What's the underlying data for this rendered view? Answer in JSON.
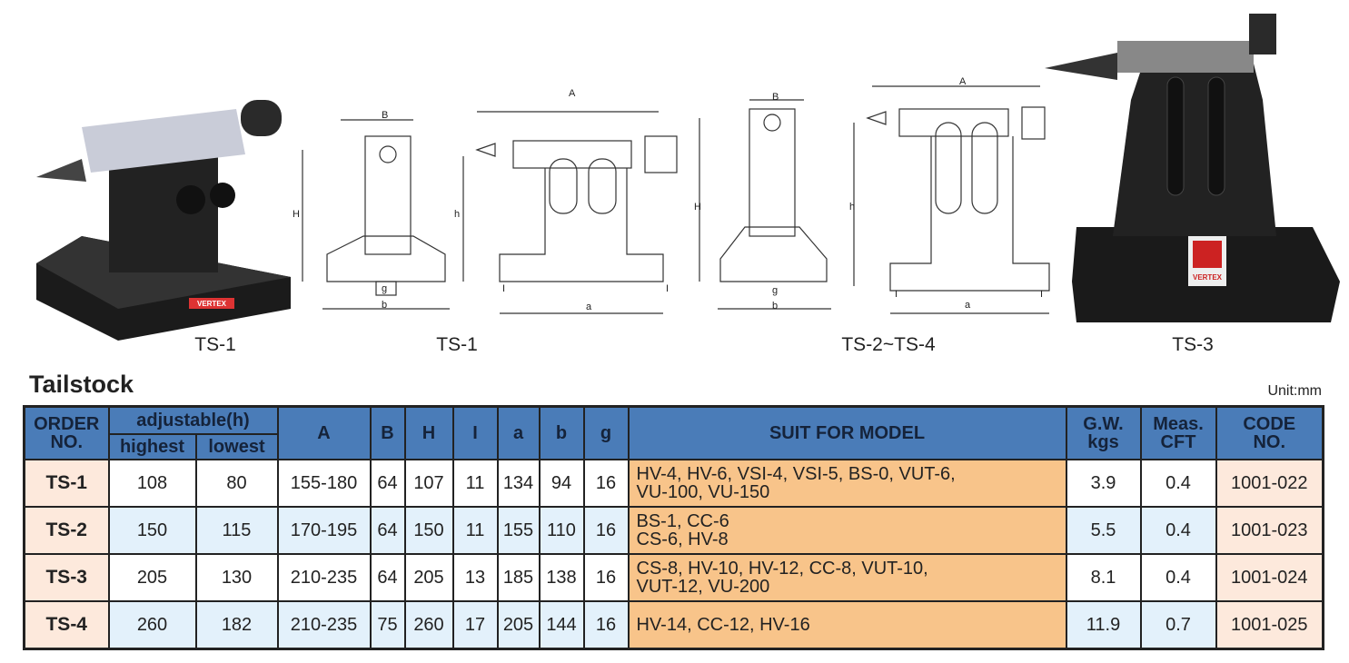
{
  "captions": [
    "TS-1",
    "TS-1",
    "TS-2~TS-4",
    "TS-3"
  ],
  "brand_badge": "VERTEX",
  "drawing_labels": {
    "ts1_front": {
      "B": "B",
      "H": "H",
      "g": "g",
      "b": "b"
    },
    "ts1_side": {
      "A": "A",
      "h": "h",
      "a": "a",
      "I1": "I",
      "I2": "I"
    },
    "ts2_front": {
      "B": "B",
      "H": "H",
      "g": "g",
      "b": "b"
    },
    "ts2_side": {
      "A": "A",
      "h": "h",
      "a": "a",
      "I1": "I",
      "I2": "I"
    }
  },
  "section_title": "Tailstock",
  "unit": "Unit:mm",
  "table": {
    "headers": {
      "order": "ORDER",
      "order2": "NO.",
      "adjustable": "adjustable(h)",
      "highest": "highest",
      "lowest": "lowest",
      "A": "A",
      "B": "B",
      "H": "H",
      "I": "I",
      "a": "a",
      "b": "b",
      "g": "g",
      "suit": "SUIT FOR MODEL",
      "gw": "G.W.",
      "gw2": "kgs",
      "meas": "Meas.",
      "meas2": "CFT",
      "code": "CODE",
      "code2": "NO."
    },
    "rows": [
      {
        "order": "TS-1",
        "highest": "108",
        "lowest": "80",
        "A": "155-180",
        "B": "64",
        "H": "107",
        "I": "11",
        "a": "134",
        "b": "94",
        "g": "16",
        "suit1": "HV-4, HV-6, VSI-4, VSI-5, BS-0, VUT-6,",
        "suit2": "VU-100, VU-150",
        "gw": "3.9",
        "meas": "0.4",
        "code": "1001-022"
      },
      {
        "order": "TS-2",
        "highest": "150",
        "lowest": "115",
        "A": "170-195",
        "B": "64",
        "H": "150",
        "I": "11",
        "a": "155",
        "b": "110",
        "g": "16",
        "suit1": "BS-1, CC-6",
        "suit2": "CS-6, HV-8",
        "gw": "5.5",
        "meas": "0.4",
        "code": "1001-023"
      },
      {
        "order": "TS-3",
        "highest": "205",
        "lowest": "130",
        "A": "210-235",
        "B": "64",
        "H": "205",
        "I": "13",
        "a": "185",
        "b": "138",
        "g": "16",
        "suit1": "CS-8, HV-10, HV-12, CC-8, VUT-10,",
        "suit2": "VUT-12, VU-200",
        "gw": "8.1",
        "meas": "0.4",
        "code": "1001-024"
      },
      {
        "order": "TS-4",
        "highest": "260",
        "lowest": "182",
        "A": "210-235",
        "B": "75",
        "H": "260",
        "I": "17",
        "a": "205",
        "b": "144",
        "g": "16",
        "suit1": "HV-14, CC-12, HV-16",
        "suit2": "",
        "gw": "11.9",
        "meas": "0.7",
        "code": "1001-025"
      }
    ]
  }
}
